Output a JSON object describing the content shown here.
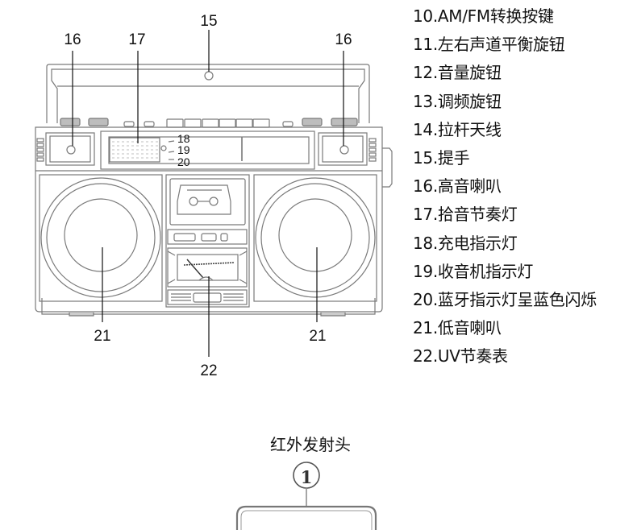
{
  "legend": {
    "items": [
      {
        "num": "10",
        "text": "10.AM/FM转换按键"
      },
      {
        "num": "11",
        "text": "11.左右声道平衡旋钮"
      },
      {
        "num": "12",
        "text": "12.音量旋钮"
      },
      {
        "num": "13",
        "text": "13.调频旋钮"
      },
      {
        "num": "14",
        "text": "14.拉杆天线"
      },
      {
        "num": "15",
        "text": "15.提手"
      },
      {
        "num": "16",
        "text": "16.高音喇叭"
      },
      {
        "num": "17",
        "text": "17.拾音节奏灯"
      },
      {
        "num": "18",
        "text": "18.充电指示灯"
      },
      {
        "num": "19",
        "text": "19.收音机指示灯"
      },
      {
        "num": "20",
        "text": "20.蓝牙指示灯呈蓝色闪烁"
      },
      {
        "num": "21",
        "text": "21.低音喇叭"
      },
      {
        "num": "22",
        "text": "22.UV节奏表"
      }
    ]
  },
  "callouts": {
    "handle": "15",
    "tweeter_left": "16",
    "tweeter_right": "16",
    "rhythm_light": "17",
    "charge_led": "18",
    "radio_led": "19",
    "bt_led": "20",
    "woofer_left": "21",
    "woofer_right": "21",
    "uv_meter": "22"
  },
  "ir_section": {
    "title": "红外发射头",
    "badge": "1"
  },
  "colors": {
    "line": "#7a7a7a",
    "text": "#111111",
    "leader": "#111111"
  }
}
